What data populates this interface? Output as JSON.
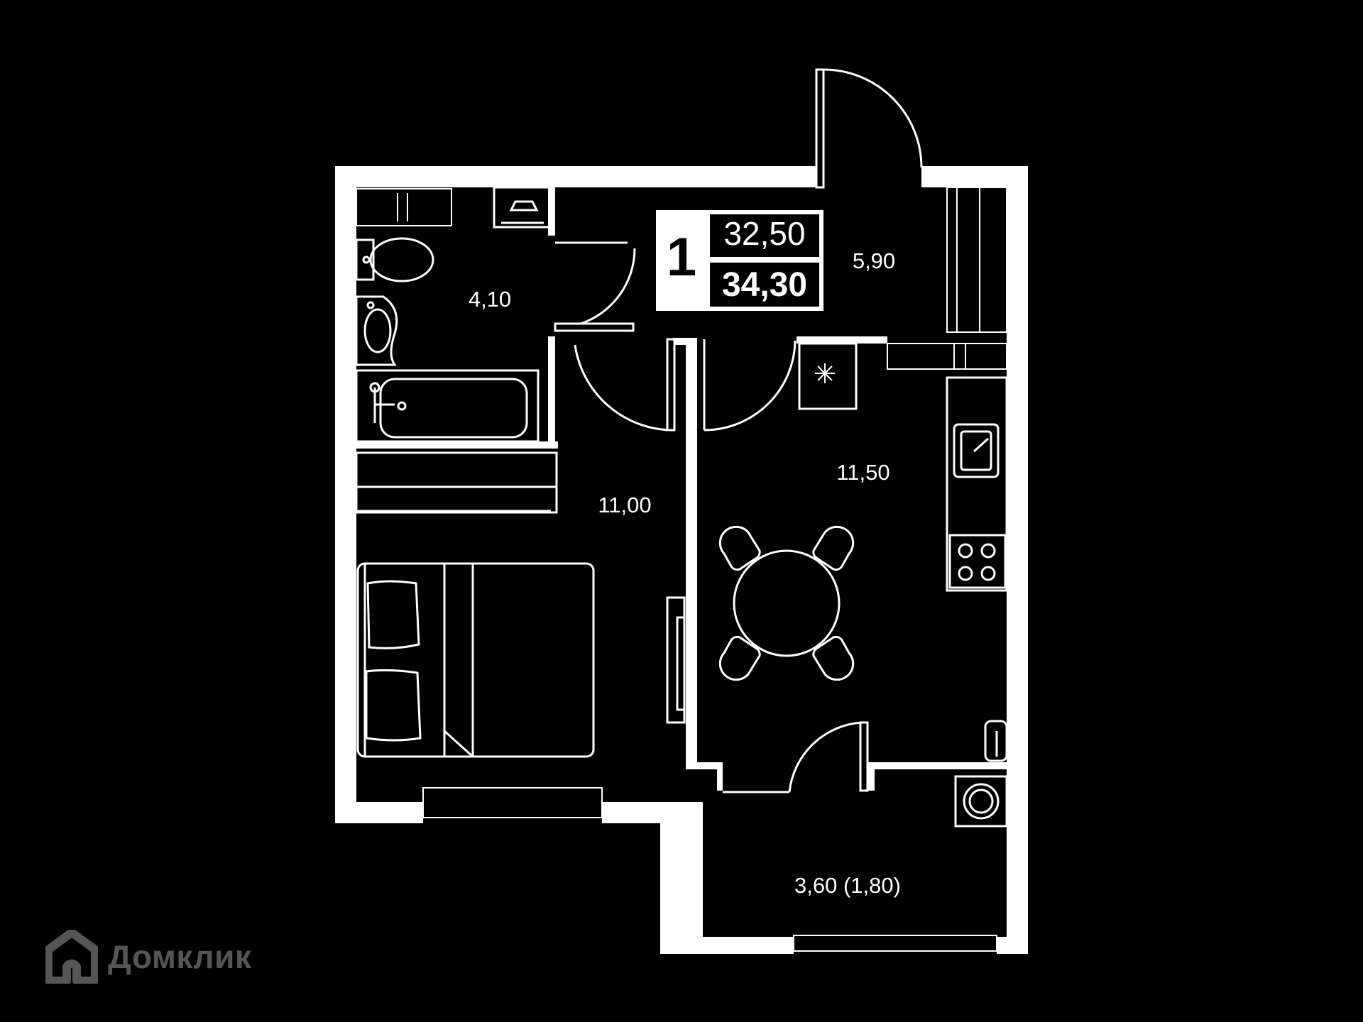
{
  "apartment": {
    "rooms_count": "1",
    "living_area": "32,50",
    "total_area": "34,30"
  },
  "rooms": {
    "bathroom": "4,10",
    "hallway": "5,90",
    "bedroom": "11,00",
    "kitchen": "11,50",
    "balcony": "3,60 (1,80)"
  },
  "brand": {
    "name": "Домклик",
    "icon": "house-logo-icon"
  },
  "colors": {
    "background": "#000000",
    "walls": "#ffffff",
    "logo": "#555555"
  }
}
